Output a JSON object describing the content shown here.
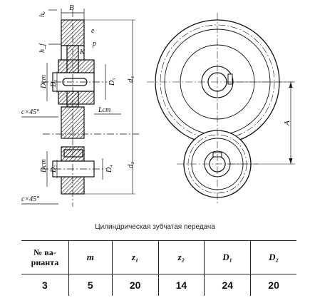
{
  "labels": {
    "ha": "hₐ",
    "hf": "h_f",
    "b": "B",
    "e": "e",
    "k": "K",
    "p": "p",
    "dcm1": "Dcm",
    "d1_small": "D₁",
    "d3": "D₃",
    "d1": "d₁",
    "cx45_top": "c×45°",
    "lcm": "Lcm",
    "dcm2": "Dcm",
    "d2_small": "D₂",
    "d4": "D₄",
    "d2": "d₂",
    "cx45_bottom": "c×45°",
    "a": "A"
  },
  "caption": "Цилиндрическая зубчатая передача",
  "table": {
    "headers": [
      "№ ва-\nрианта",
      "m",
      "z₁",
      "z₂",
      "D₁",
      "D₂"
    ],
    "rows": [
      [
        "3",
        "5",
        "20",
        "14",
        "24",
        "20"
      ]
    ]
  }
}
